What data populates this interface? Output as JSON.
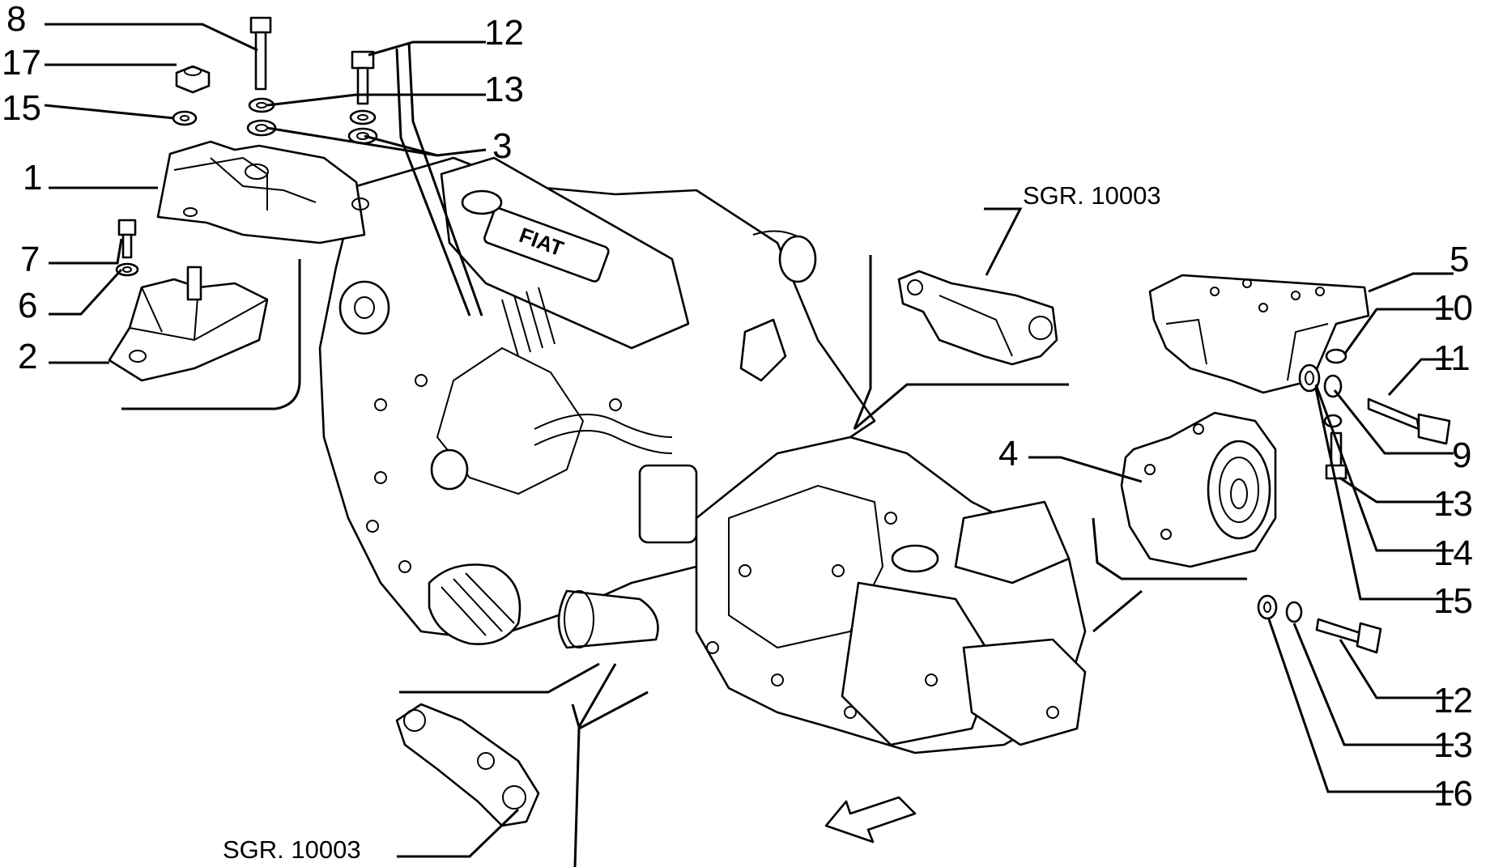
{
  "callouts": {
    "c8": "8",
    "c17": "17",
    "c15a": "15",
    "c1": "1",
    "c7": "7",
    "c6": "6",
    "c2": "2",
    "c12a": "12",
    "c13a": "13",
    "c3": "3",
    "c5": "5",
    "c10": "10",
    "c11": "11",
    "c9": "9",
    "c13b": "13",
    "c14": "14",
    "c15b": "15",
    "c4": "4",
    "c12b": "12",
    "c13c": "13",
    "c16": "16"
  },
  "references": {
    "upper": "SGR. 10003",
    "lower": "SGR. 10003"
  },
  "engine_brand": "FIAT",
  "icons": [
    "direction-arrow-icon"
  ]
}
